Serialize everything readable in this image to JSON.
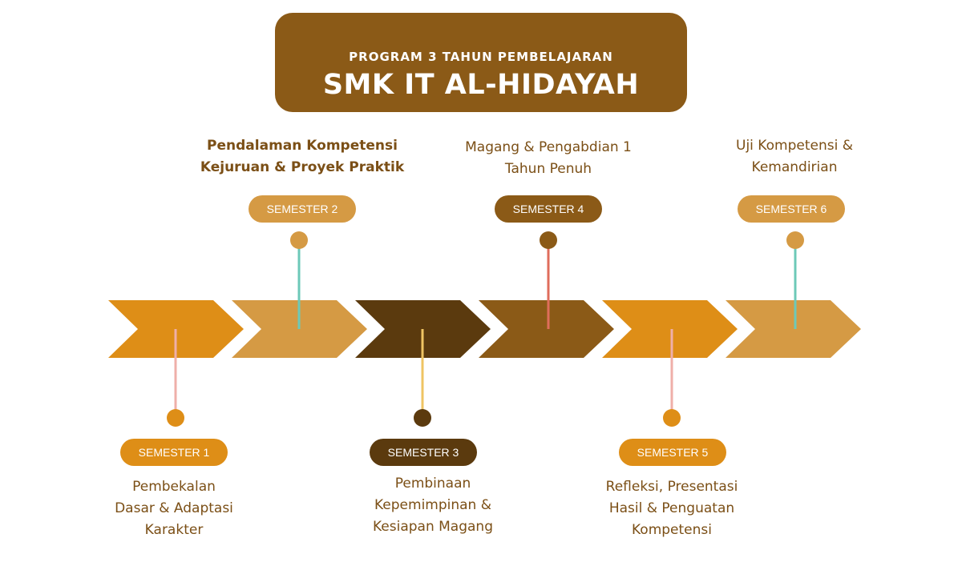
{
  "header": {
    "subtitle": "PROGRAM 3 TAHUN PEMBELAJARAN",
    "title": "SMK IT AL-HIDAYAH"
  },
  "colors": {
    "header_bg": "#8b5a17",
    "text": "#7b4f16",
    "orange": "#de8e17",
    "tan": "#d59a44",
    "dark_brown": "#5b3a0e",
    "brown": "#8b5a17",
    "teal": "#6dc9b8",
    "pink": "#efafa9",
    "yellow": "#efc463",
    "red": "#df6d5b"
  },
  "semesters": [
    {
      "label": "SEMESTER 1",
      "desc": [
        "Pembekalan",
        "Dasar & Adaptasi",
        "Karakter"
      ]
    },
    {
      "label": "SEMESTER 2",
      "desc": [
        "Pendalaman Kompetensi",
        "Kejuruan & Proyek Praktik"
      ]
    },
    {
      "label": "SEMESTER 3",
      "desc": [
        "Pembinaan",
        "Kepemimpinan &",
        "Kesiapan Magang"
      ]
    },
    {
      "label": "SEMESTER 4",
      "desc": [
        "Magang & Pengabdian 1",
        "Tahun Penuh"
      ]
    },
    {
      "label": "SEMESTER 5",
      "desc": [
        "Refleksi, Presentasi",
        "Hasil & Penguatan",
        "Kompetensi"
      ]
    },
    {
      "label": "SEMESTER 6",
      "desc": [
        "Uji Kompetensi &",
        "Kemandirian"
      ]
    }
  ]
}
